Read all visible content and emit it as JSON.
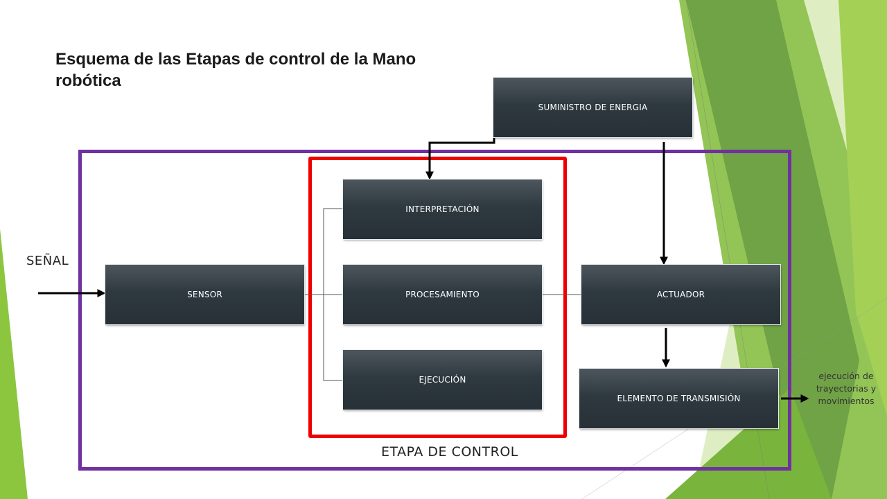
{
  "title": "Esquema de las Etapas de control de la Mano robótica",
  "blocks": {
    "energy": "SUMINISTRO DE ENERGIA",
    "interpretation": "INTERPRETACIÓN",
    "sensor": "SENSOR",
    "processing": "PROCESAMIENTO",
    "actuator": "ACTUADOR",
    "execution": "EJECUCIÓN",
    "transmission": "ELEMENTO DE TRANSMISIÓN"
  },
  "labels": {
    "signal": "SEÑAL",
    "control_stage": "ETAPA DE CONTROL",
    "output": "ejecución de trayectorias y movimientos"
  },
  "colors": {
    "control_frame": "#7030a0",
    "processing_frame": "#ee0000",
    "block_fill": "#2f3a40",
    "accent_green": "#8cc63f"
  }
}
